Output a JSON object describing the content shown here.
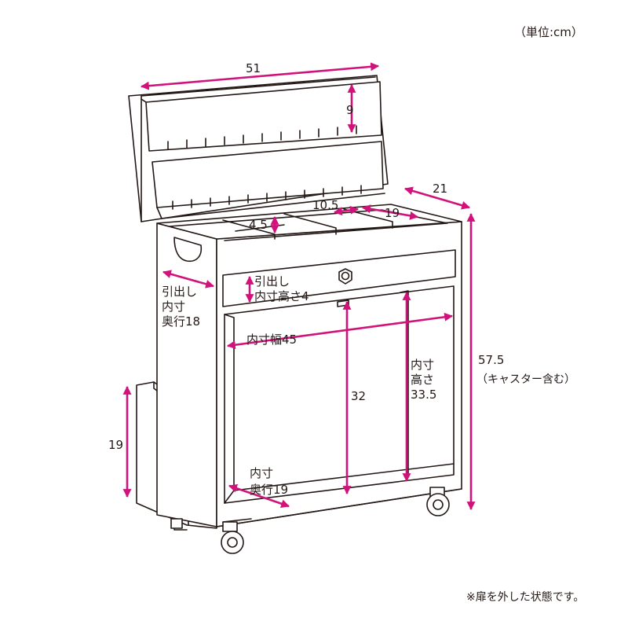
{
  "unit_note": "（単位:cm）",
  "footnote": "※扉を外した状態です。",
  "accent_color": "#d1127a",
  "line_color": "#231815",
  "dimensions": {
    "overall_width": "51",
    "top_compartment_height": "9",
    "overall_depth": "21",
    "divider_width": "10.5",
    "tray_width": "19",
    "tray_height": "4.5",
    "drawer_depth": [
      "引出し",
      "内寸",
      "奥行18"
    ],
    "drawer_height": [
      "引出し",
      "内寸高さ4"
    ],
    "inner_width": "内寸幅45",
    "overall_height": [
      "57.5",
      "（キャスター含む）"
    ],
    "inner_height": [
      "内寸",
      "高さ",
      "33.5"
    ],
    "shelf_height": "32",
    "inner_depth": [
      "内寸",
      "奥行19"
    ],
    "side_pocket_height": "19"
  }
}
